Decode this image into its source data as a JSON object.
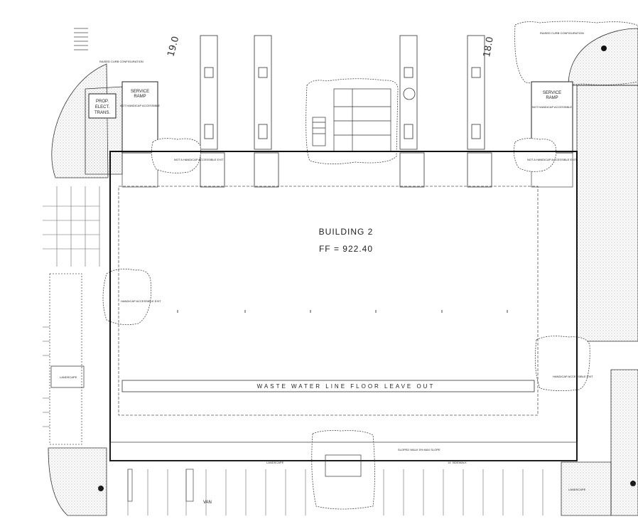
{
  "building": {
    "name": "BUILDING 2",
    "ff": "FF = 922.40"
  },
  "waste_line": "WASTE WATER LINE FLOOR LEAVE OUT",
  "trans": {
    "line1": "PROP.",
    "line2": "ELECT.",
    "line3": "TRANS."
  },
  "ramps": {
    "left_line1": "SERVICE",
    "left_line2": "RAMP",
    "right_line1": "SERVICE",
    "right_line2": "RAMP",
    "not_accessible": "NOT HANDICAP ACCESSIBLE"
  },
  "dims": {
    "d1": "19.0",
    "d2": "18.0"
  },
  "van": "VAN",
  "notes": {
    "curb_config": "RAISED CURB CONFIGURATION",
    "landscape": "LANDSCAPE",
    "handicap_exit": "HANDICAP ACCESSIBLE EXIT",
    "not_a_handicap_exit": "NOT A HANDICAP ACCESSIBLE EXIT",
    "sloped_walk": "SLOPED WALK 5% MAX SLOPE",
    "sidewalk": "14' SIDEWALK"
  },
  "colors": {
    "line": "#222222",
    "paper": "#ffffff"
  }
}
